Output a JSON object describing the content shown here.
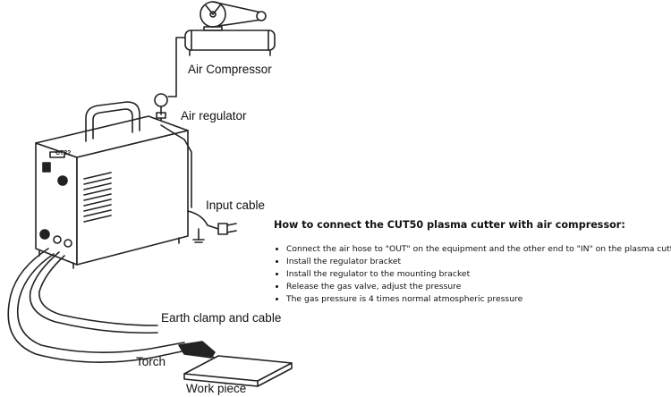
{
  "diagram": {
    "labels": {
      "air_compressor": "Air Compressor",
      "air_regulator": "Air regulator",
      "input_cable": "Input cable",
      "earth_clamp": "Earth clamp and cable",
      "torch": "Torch",
      "work_piece": "Work piece"
    },
    "panel_text": "CT32"
  },
  "instructions": {
    "title": "How to connect the CUT50 plasma cutter with air compressor:",
    "steps": [
      "Connect the air hose to \"OUT\" on the equipment and the other end to \"IN\" on the plasma cutter",
      "Install the regulator bracket",
      "Install the regulator to the mounting bracket",
      "Release the gas valve, adjust the pressure",
      "The gas pressure is 4 times normal atmospheric pressure"
    ]
  }
}
